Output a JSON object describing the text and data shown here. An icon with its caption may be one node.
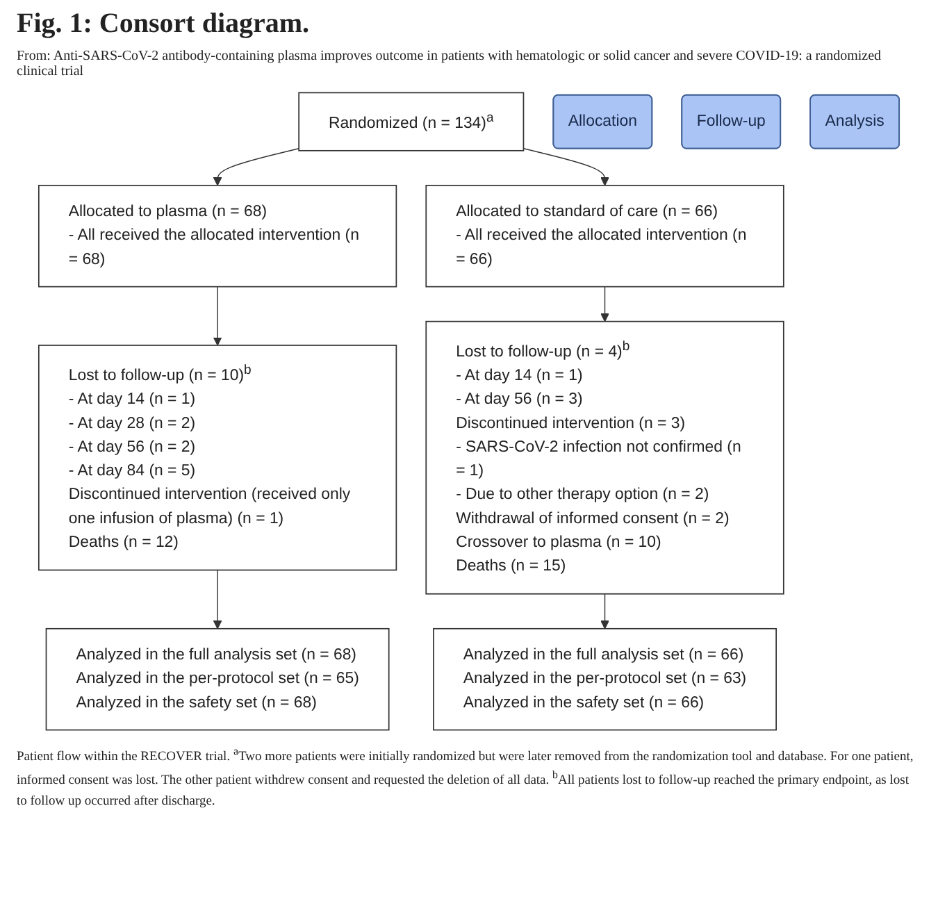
{
  "diagram": {
    "title": "Fig. 1: Consort diagram.",
    "caption": "Patient flow within the RECOVER trial. $^{a}$Two more patients were initially randomized but were later removed from the randomization tool and database. For one patient, informed consent was lost. The other patient withdrew consent and requested the deletion of all data. $^{b}$All patients lost to follow-up reached the primary endpoint, as lost to follow up occurred after discharge.",
    "nodes": [
      {
        "text": [
          "Randomized (n = 134)$^{a}$"
        ]
      },
      {
        "text": [
          "Allocation"
        ]
      },
      {
        "text": [
          "Allocated to plasma (n = 68)",
          "- All received the allocated intervention (n = 68)"
        ]
      },
      {
        "text": [
          "Allocated to standard of care (n = 66)",
          "- All received the allocated intervention (n = 66)"
        ]
      },
      {
        "text": [
          "Follow-up"
        ]
      },
      {
        "text": [
          "Lost to follow-up (n = 10)$^{b}$",
          "- At day 14 (n = 1)",
          "- At day 28 (n = 2)",
          "- At day 56 (n = 2)",
          "- At day 84 (n = 5)",
          "Discontinued intervention (received only one infusion of plasma) (n = 1)",
          "Deaths (n = 12)"
        ]
      },
      {
        "text": [
          "Lost to follow-up (n = 4)$^{b}$",
          "- At day 14 (n = 1)",
          "- At day 56 (n = 3)",
          "Discontinued intervention (n = 3)",
          "- SARS-CoV-2 infection not confirmed (n = 1)",
          "- Due to other therapy option (n = 2)",
          "Withdrawal of informed consent (n = 2)",
          "Crossover to plasma (n = 10)",
          "Deaths (n = 15)"
        ]
      },
      {
        "text": [
          "Analysis"
        ]
      },
      {
        "text": [
          "Analyzed in the full analysis set (n = 68)",
          "Analyzed in the per-protocol set (n = 65)",
          "Analyzed in the safety set (n = 68)"
        ]
      },
      {
        "text": [
          "Analyzed in the full analysis set (n = 66)",
          "Analyzed in the per-protocol set (n = 63)",
          "Analyzed in the safety set (n = 66)"
        ]
      }
    ],
    "edges": [
      {
        "from": 0,
        "to": 2,
        "arrow": "to"
      },
      {
        "from": 0,
        "to": 3,
        "arrow": "to"
      },
      {
        "from": 2,
        "to": 5,
        "arrow": "to"
      },
      {
        "from": 3,
        "to": 6,
        "arrow": "to"
      },
      {
        "from": 5,
        "to": 8,
        "arrow": "to"
      },
      {
        "from": 6,
        "to": 9,
        "arrow": "to"
      }
    ],
    "labels": [
      "From: Anti-SARS-CoV-2 antibody-containing plasma improves outcome in patients with hematologic or solid cancer and severe COVID-19: a randomized clinical trial"
    ]
  }
}
